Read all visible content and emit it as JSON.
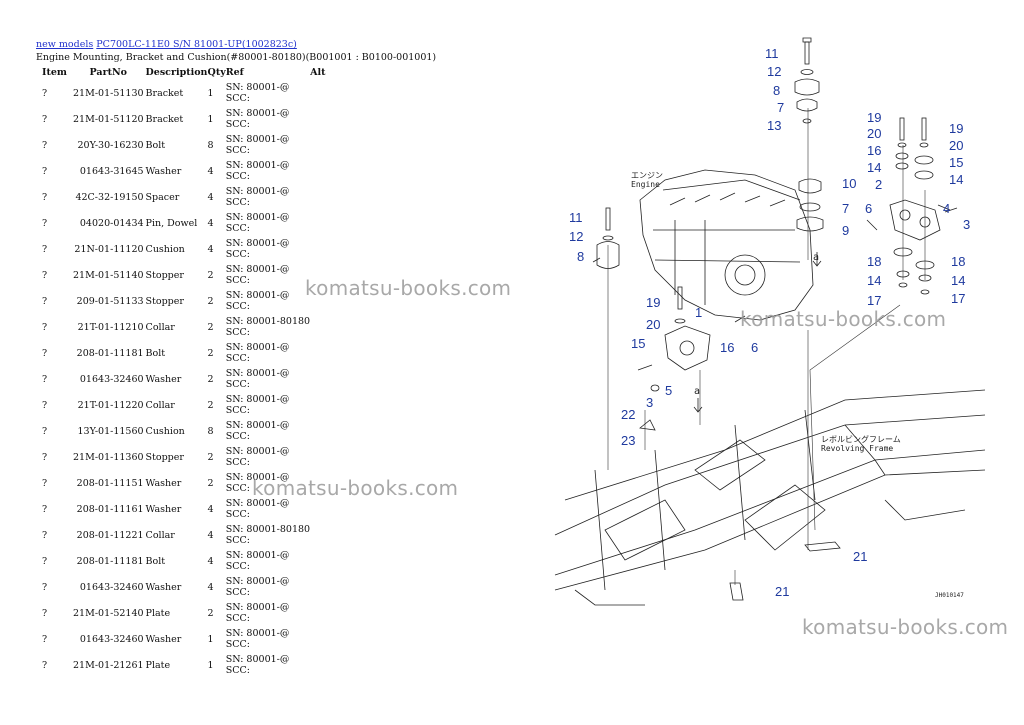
{
  "breadcrumb": {
    "link1": "new models",
    "link2": "PC700LC-11E0 S/N 81001-UP(1002823c)"
  },
  "subtitle": "Engine Mounting, Bracket and Cushion(#80001-80180)(B001001 : B0100-001001)",
  "table": {
    "headers": {
      "item": "Item",
      "partno": "PartNo",
      "description": "Description",
      "qty": "Qty",
      "ref": "Ref",
      "alt": "Alt"
    },
    "rows": [
      {
        "item": "?",
        "partno": "21M-01-51130",
        "desc": "Bracket",
        "qty": "1",
        "ref1": "SN: 80001-@",
        "ref2": "SCC:"
      },
      {
        "item": "?",
        "partno": "21M-01-51120",
        "desc": "Bracket",
        "qty": "1",
        "ref1": "SN: 80001-@",
        "ref2": "SCC:"
      },
      {
        "item": "?",
        "partno": "20Y-30-16230",
        "desc": "Bolt",
        "qty": "8",
        "ref1": "SN: 80001-@",
        "ref2": "SCC:"
      },
      {
        "item": "?",
        "partno": "01643-31645",
        "desc": "Washer",
        "qty": "4",
        "ref1": "SN: 80001-@",
        "ref2": "SCC:"
      },
      {
        "item": "?",
        "partno": "42C-32-19150",
        "desc": "Spacer",
        "qty": "4",
        "ref1": "SN: 80001-@",
        "ref2": "SCC:"
      },
      {
        "item": "?",
        "partno": "04020-01434",
        "desc": "Pin, Dowel",
        "qty": "4",
        "ref1": "SN: 80001-@",
        "ref2": "SCC:"
      },
      {
        "item": "?",
        "partno": "21N-01-11120",
        "desc": "Cushion",
        "qty": "4",
        "ref1": "SN: 80001-@",
        "ref2": "SCC:"
      },
      {
        "item": "?",
        "partno": "21M-01-51140",
        "desc": "Stopper",
        "qty": "2",
        "ref1": "SN: 80001-@",
        "ref2": "SCC:"
      },
      {
        "item": "?",
        "partno": "209-01-51133",
        "desc": "Stopper",
        "qty": "2",
        "ref1": "SN: 80001-@",
        "ref2": "SCC:"
      },
      {
        "item": "?",
        "partno": "21T-01-11210",
        "desc": "Collar",
        "qty": "2",
        "ref1": "SN: 80001-80180",
        "ref2": "SCC:"
      },
      {
        "item": "?",
        "partno": "208-01-11181",
        "desc": "Bolt",
        "qty": "2",
        "ref1": "SN: 80001-@",
        "ref2": "SCC:"
      },
      {
        "item": "?",
        "partno": "01643-32460",
        "desc": "Washer",
        "qty": "2",
        "ref1": "SN: 80001-@",
        "ref2": "SCC:"
      },
      {
        "item": "?",
        "partno": "21T-01-11220",
        "desc": "Collar",
        "qty": "2",
        "ref1": "SN: 80001-@",
        "ref2": "SCC:"
      },
      {
        "item": "?",
        "partno": "13Y-01-11560",
        "desc": "Cushion",
        "qty": "8",
        "ref1": "SN: 80001-@",
        "ref2": "SCC:"
      },
      {
        "item": "?",
        "partno": "21M-01-11360",
        "desc": "Stopper",
        "qty": "2",
        "ref1": "SN: 80001-@",
        "ref2": "SCC:"
      },
      {
        "item": "?",
        "partno": "208-01-11151",
        "desc": "Washer",
        "qty": "2",
        "ref1": "SN: 80001-@",
        "ref2": "SCC:"
      },
      {
        "item": "?",
        "partno": "208-01-11161",
        "desc": "Washer",
        "qty": "4",
        "ref1": "SN: 80001-@",
        "ref2": "SCC:"
      },
      {
        "item": "?",
        "partno": "208-01-11221",
        "desc": "Collar",
        "qty": "4",
        "ref1": "SN: 80001-80180",
        "ref2": "SCC:"
      },
      {
        "item": "?",
        "partno": "208-01-11181",
        "desc": "Bolt",
        "qty": "4",
        "ref1": "SN: 80001-@",
        "ref2": "SCC:"
      },
      {
        "item": "?",
        "partno": "01643-32460",
        "desc": "Washer",
        "qty": "4",
        "ref1": "SN: 80001-@",
        "ref2": "SCC:"
      },
      {
        "item": "?",
        "partno": "21M-01-52140",
        "desc": "Plate",
        "qty": "2",
        "ref1": "SN: 80001-@",
        "ref2": "SCC:"
      },
      {
        "item": "?",
        "partno": "01643-32460",
        "desc": "Washer",
        "qty": "1",
        "ref1": "SN: 80001-@",
        "ref2": "SCC:"
      },
      {
        "item": "?",
        "partno": "21M-01-21261",
        "desc": "Plate",
        "qty": "1",
        "ref1": "SN: 80001-@",
        "ref2": "SCC:"
      }
    ]
  },
  "diagram": {
    "engine_label_jp": "エンジン",
    "engine_label": "Engine",
    "frame_label_jp": "レボルビングフレーム",
    "frame_label": "Revolving Frame",
    "figure_code": "JH010147",
    "callouts": {
      "c11a": "11",
      "c12a": "12",
      "c8a": "8",
      "c7a": "7",
      "c13": "13",
      "c19a": "19",
      "c20a": "20",
      "c16a": "16",
      "c14a": "14",
      "c19b": "19",
      "c20b": "20",
      "c15a": "15",
      "c14b": "14",
      "c10": "10",
      "c2": "2",
      "c6a": "6",
      "c7b": "7",
      "c9": "9",
      "c4": "4",
      "c3a": "3",
      "c11b": "11",
      "c12b": "12",
      "c8b": "8",
      "c18a": "18",
      "c14c": "14",
      "c17a": "17",
      "c18b": "18",
      "c14d": "14",
      "c17b": "17",
      "c19c": "19",
      "c20c": "20",
      "c1": "1",
      "c15b": "15",
      "c16b": "16",
      "c6b": "6",
      "c5": "5",
      "c3b": "3",
      "c22": "22",
      "c23": "23",
      "c21a": "21",
      "c21b": "21"
    },
    "ref_a1": "a",
    "ref_a2": "a"
  },
  "watermark": "komatsu-books.com",
  "colors": {
    "link": "#2233cc",
    "callout": "#1f3a9e",
    "watermark": "#9a9a9a"
  }
}
